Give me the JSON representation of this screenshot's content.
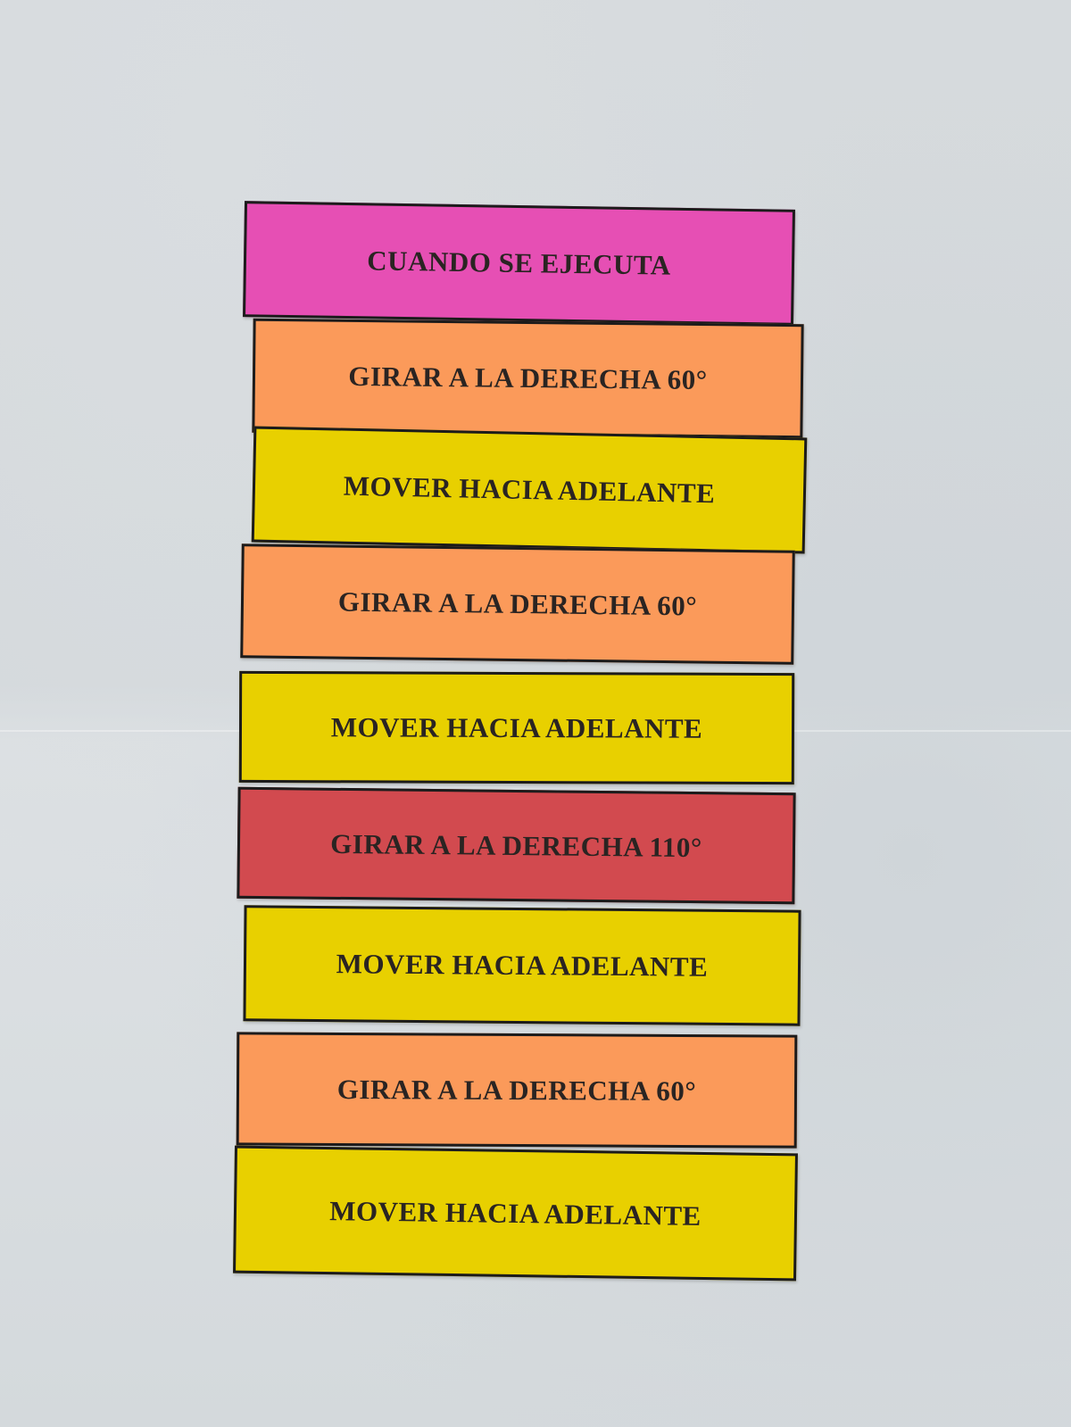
{
  "colors": {
    "magenta": "#e64fb4",
    "orange": "#fb9a5a",
    "yellow": "#e8d000",
    "red": "#d24a4f",
    "border": "#1c1b1b",
    "background": "#d6dadd"
  },
  "cards": [
    {
      "label": "CUANDO SE EJECUTA",
      "color": "#e64fb4"
    },
    {
      "label": "GIRAR A LA DERECHA 60°",
      "color": "#fb9a5a"
    },
    {
      "label": "MOVER HACIA ADELANTE",
      "color": "#e8d000"
    },
    {
      "label": "GIRAR A LA DERECHA 60°",
      "color": "#fb9a5a"
    },
    {
      "label": "MOVER HACIA ADELANTE",
      "color": "#e8d000"
    },
    {
      "label": "GIRAR A LA DERECHA 110°",
      "color": "#d24a4f"
    },
    {
      "label": "MOVER HACIA ADELANTE",
      "color": "#e8d000"
    },
    {
      "label": "GIRAR A LA DERECHA 60°",
      "color": "#fb9a5a"
    },
    {
      "label": "MOVER HACIA ADELANTE",
      "color": "#e8d000"
    }
  ]
}
